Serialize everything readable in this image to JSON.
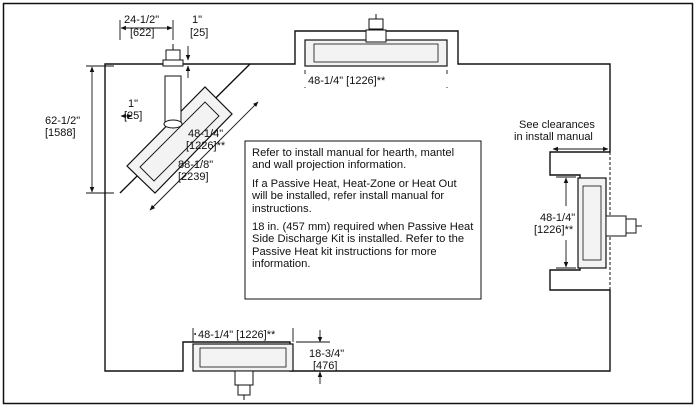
{
  "dimensions": {
    "corner_offset_in": "24-1/2\"",
    "corner_offset_mm": "[622]",
    "corner_clear_top_in": "1\"",
    "corner_clear_top_mm": "[25]",
    "corner_clear_side_in": "1\"",
    "corner_clear_side_mm": "[25]",
    "corner_depth_in": "62-1/2\"",
    "corner_depth_mm": "[1588]",
    "corner_width_in": "48-1/4\"",
    "corner_width_mm": "[1226]**",
    "corner_diag_in": "88-1/8\"",
    "corner_diag_mm": "[2239]",
    "top_width": "48-1/4\" [1226]**",
    "right_clearance_line1": "See clearances",
    "right_clearance_line2": "in install manual",
    "right_width_in": "48-1/4\"",
    "right_width_mm": "[1226]**",
    "bottom_width": "48-1/4\" [1226]**",
    "bottom_depth_in": "18-3/4\"",
    "bottom_depth_mm": "[476]"
  },
  "notes": [
    "Refer to install manual for hearth, mantel and wall projection information.",
    "If a Passive Heat, Heat-Zone or Heat Out will be installed, refer install manual for instructions.",
    "18 in. (457 mm) required when Passive Heat Side Discharge Kit is installed. Refer to the Passive Heat kit instructions for more information."
  ]
}
